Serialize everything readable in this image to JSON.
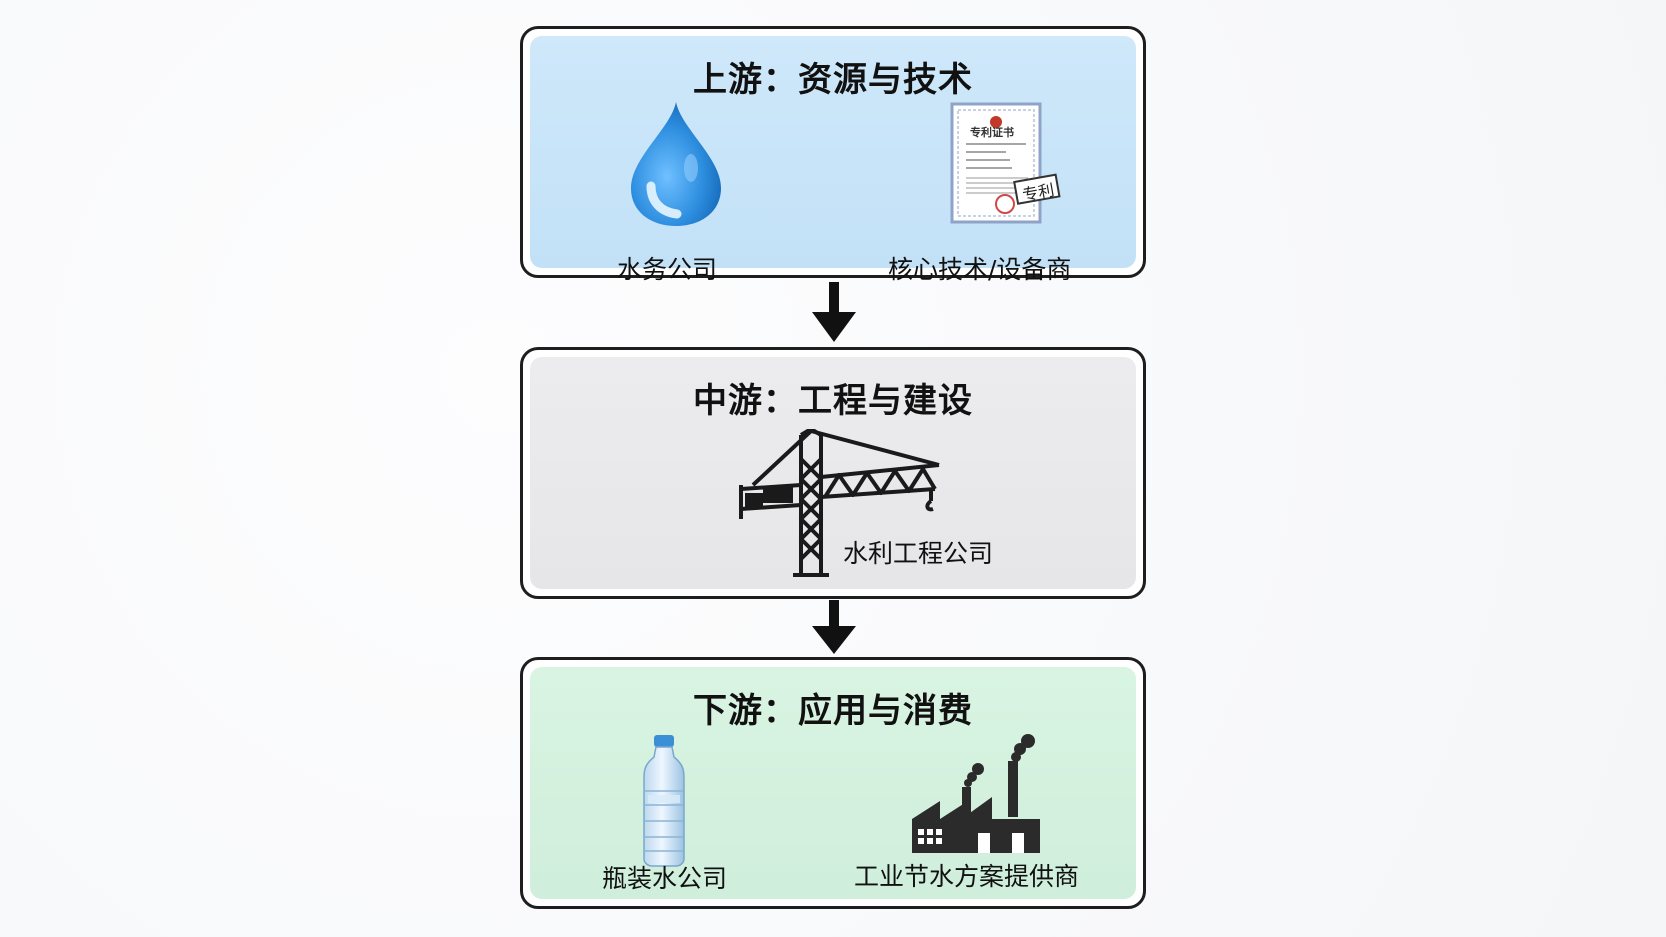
{
  "stages": {
    "upstream": {
      "title": "上游：资源与技术",
      "items": [
        {
          "label": "水务公司",
          "icon": "water-drop-icon"
        },
        {
          "label": "核心技术/设备商",
          "icon": "patent-certificate-icon",
          "certificate_title": "专利证书",
          "stamp_text": "专利"
        }
      ]
    },
    "midstream": {
      "title": "中游：工程与建设",
      "items": [
        {
          "label": "水利工程公司",
          "icon": "tower-crane-icon"
        }
      ]
    },
    "downstream": {
      "title": "下游：应用与消费",
      "items": [
        {
          "label": "瓶装水公司",
          "icon": "water-bottle-icon"
        },
        {
          "label": "工业节水方案提供商",
          "icon": "factory-icon"
        }
      ]
    }
  },
  "colors": {
    "upstream_bg": "#c8e4f8",
    "midstream_bg": "#e8e8ea",
    "downstream_bg": "#d4f1de",
    "border": "#1e1e1e",
    "drop": "#2f8fe0"
  }
}
